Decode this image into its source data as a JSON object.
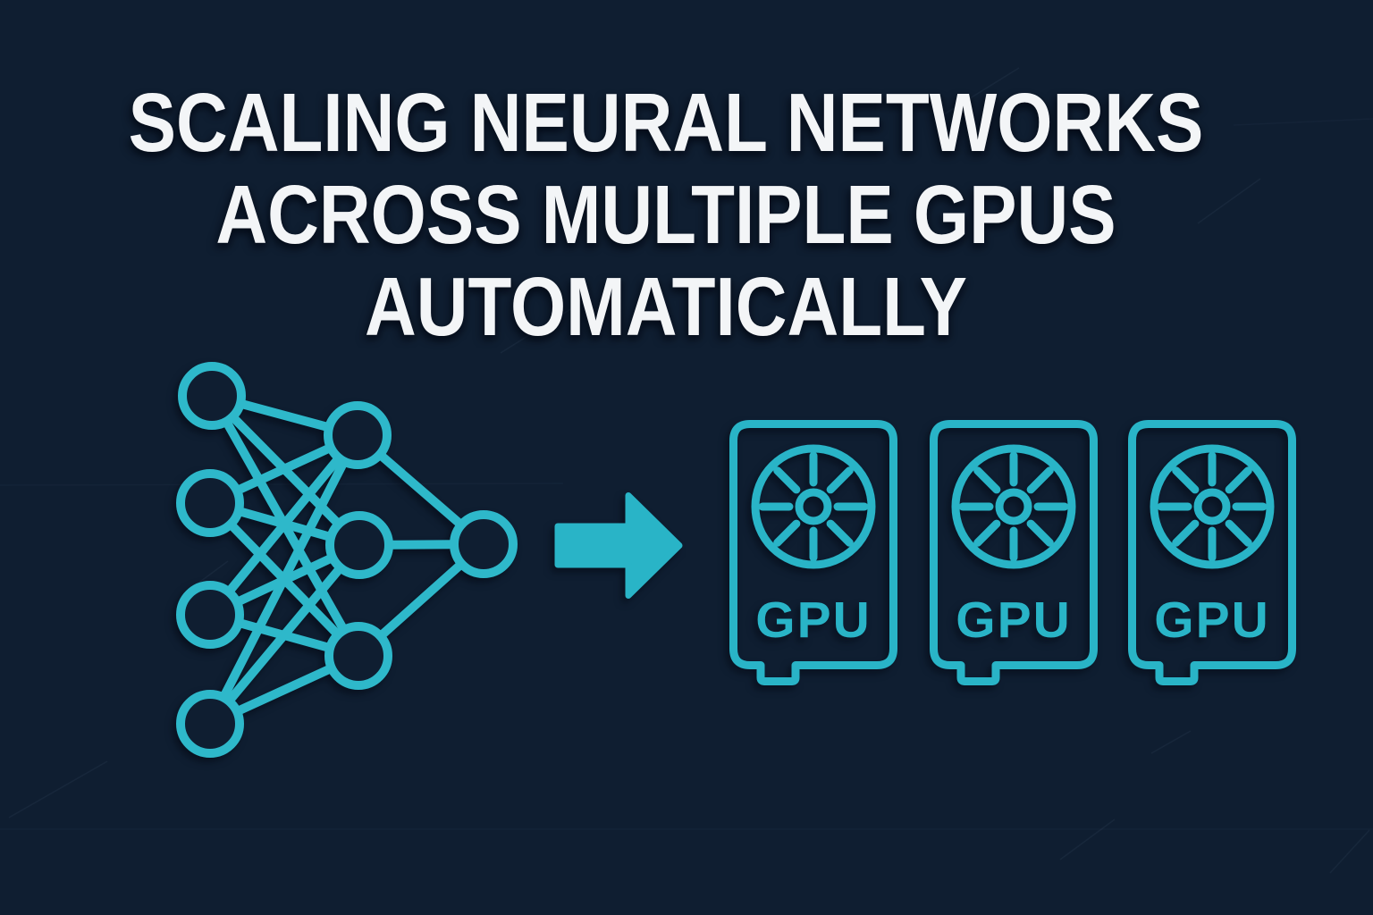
{
  "title": {
    "line1": "SCALING NEURAL NETWORKS",
    "line2": "ACROSS MULTIPLE GPUS",
    "line3": "AUTOMATICALLY"
  },
  "colors": {
    "background": "#0f1e31",
    "accent": "#29b4c7",
    "node_stroke": "#2eb8ca",
    "title_text": "#f3f5f7"
  },
  "diagram": {
    "neural_network": {
      "type": "fully-connected feed-forward network",
      "layer_sizes": [
        4,
        3,
        1
      ]
    },
    "arrow_icon": "right-arrow",
    "gpus": [
      {
        "label": "GPU"
      },
      {
        "label": "GPU"
      },
      {
        "label": "GPU"
      }
    ]
  }
}
